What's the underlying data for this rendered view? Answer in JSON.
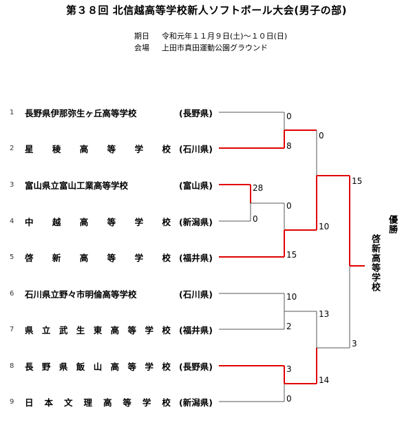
{
  "title": "第３８回 北信越高等学校新人ソフトボール大会(男子の部)",
  "info": {
    "date_label": "期日",
    "date_value": "令和元年１１月９日(土)～１０日(日)",
    "venue_label": "会場",
    "venue_value": "上田市真田運動公園グラウンド"
  },
  "teams": [
    {
      "num": "1",
      "name": "長野県伊那弥生ヶ丘高等学校",
      "pref": "(長野県)"
    },
    {
      "num": "2",
      "name": "星稜高等学校",
      "pref": "(石川県)"
    },
    {
      "num": "3",
      "name": "富山県立富山工業高等学校",
      "pref": "(富山県)"
    },
    {
      "num": "4",
      "name": "中越高等学校",
      "pref": "(新潟県)"
    },
    {
      "num": "5",
      "name": "啓新高等学校",
      "pref": "(福井県)"
    },
    {
      "num": "6",
      "name": "石川県立野々市明倫高等学校",
      "pref": "(石川県)"
    },
    {
      "num": "7",
      "name": "県立武生東高等学校",
      "pref": "(福井県)"
    },
    {
      "num": "8",
      "name": "長野県飯山高等学校",
      "pref": "(長野県)"
    },
    {
      "num": "9",
      "name": "日本文理高等学校",
      "pref": "(新潟県)"
    }
  ],
  "scores": {
    "m1_t1": "0",
    "m1_t2": "8",
    "pre_t3": "28",
    "pre_t4": "0",
    "m2_a": "0",
    "m2_b": "15",
    "m3_t6": "10",
    "m3_t7": "2",
    "m4_t8": "3",
    "m4_t9": "0",
    "sf1_a": "0",
    "sf1_b": "10",
    "sf2_a": "13",
    "sf2_b": "14",
    "f_a": "15",
    "f_b": "3"
  },
  "champion": {
    "label": "優勝",
    "name": "啓新高等学校"
  },
  "colors": {
    "win": "#e00000",
    "lose": "#555555"
  }
}
